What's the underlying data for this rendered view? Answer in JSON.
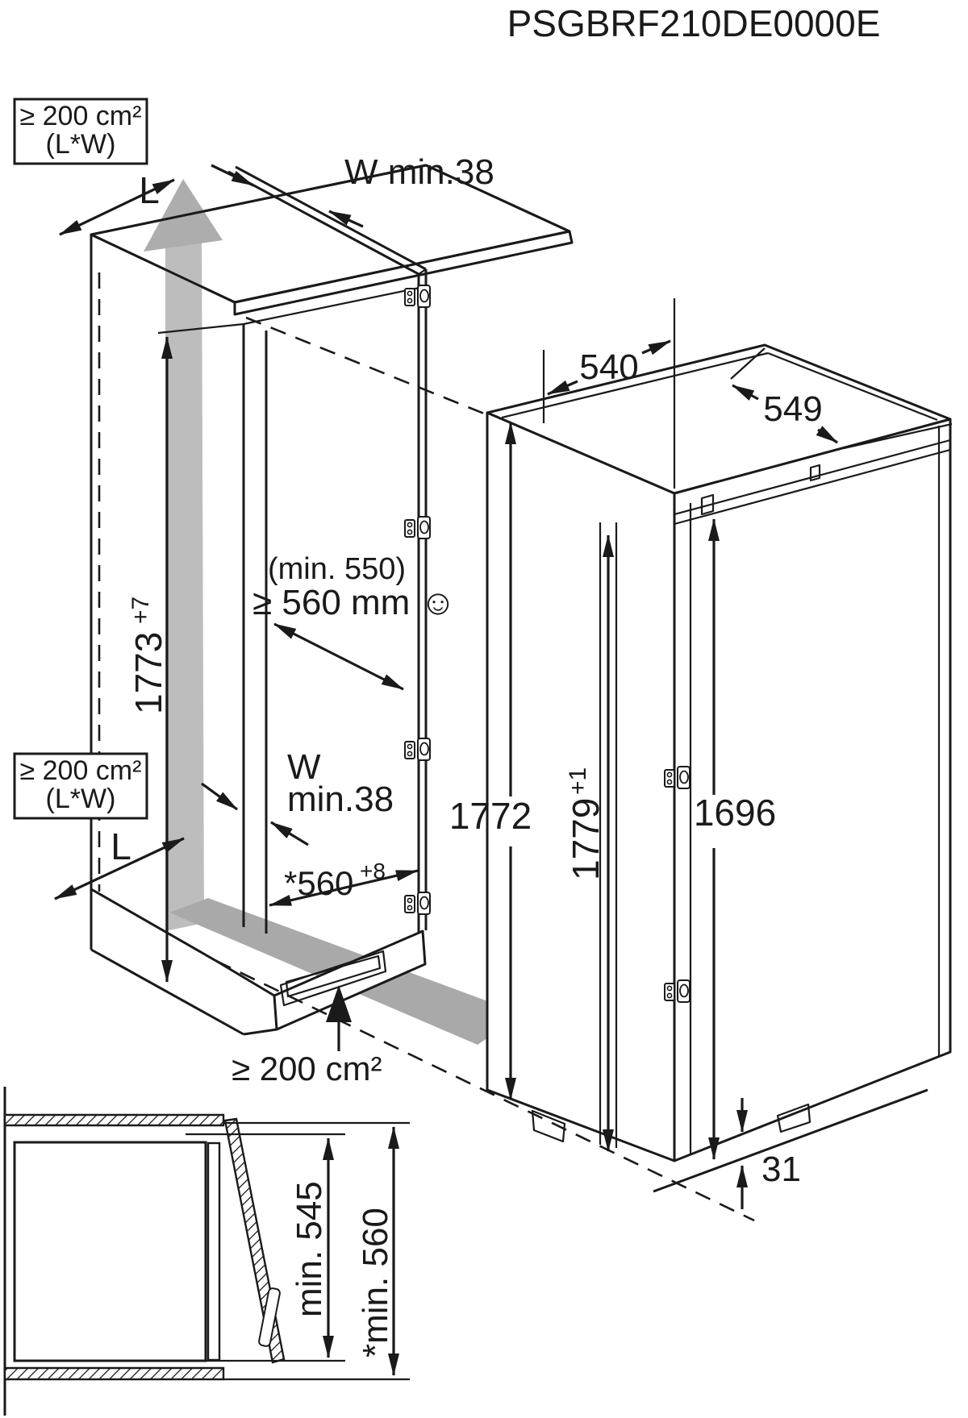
{
  "title": "PSGBRF210DE0000E",
  "colors": {
    "line": "#1a1a1a",
    "airflow": "#bdbdbd",
    "band": "#a9a9a9"
  },
  "niche": {
    "vent_box_top": {
      "line1": "≥ 200 cm²",
      "line2": "(L*W)"
    },
    "vent_box_mid": {
      "line1": "≥ 200 cm²",
      "line2": "(L*W)"
    },
    "length_top": "L",
    "length_mid": "L",
    "wall_top": "W min.38",
    "wall_mid_1": "W",
    "wall_mid_2": "min.38",
    "depth_note": "(min. 550)",
    "depth_min": "≥ 560 mm ☺",
    "height": {
      "value": "1773",
      "tol": "+7"
    },
    "width": {
      "value": "*560",
      "tol": "+8"
    },
    "inner_height": "1772",
    "bottom_vent": "≥ 200 cm²"
  },
  "appliance": {
    "depth": "540",
    "depth_door": "549",
    "height": {
      "value": "1779",
      "tol": "+1"
    },
    "door_height": "1696",
    "gap": "31"
  },
  "plan": {
    "inner": "min. 545",
    "outer": "*min. 560"
  }
}
